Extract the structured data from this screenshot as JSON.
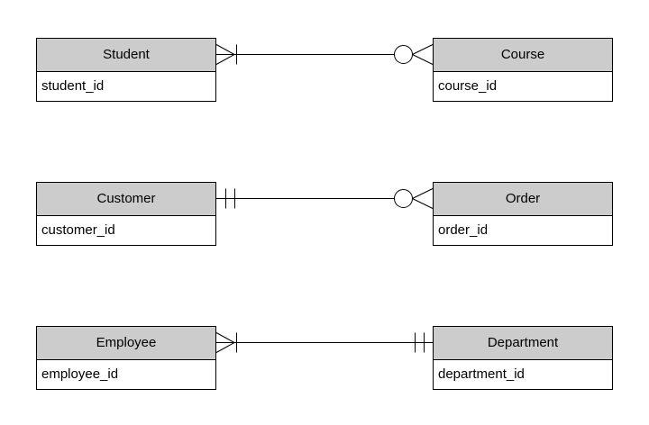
{
  "diagram": {
    "type": "entity-relationship-diagram",
    "background_color": "#ffffff",
    "entity_header_fill": "#cccccc",
    "entity_body_fill": "#ffffff",
    "border_color": "#000000",
    "connector_color": "#000000"
  },
  "entities": [
    {
      "name": "Student",
      "attributes": [
        "student_id"
      ]
    },
    {
      "name": "Course",
      "attributes": [
        "course_id"
      ]
    },
    {
      "name": "Customer",
      "attributes": [
        "customer_id"
      ]
    },
    {
      "name": "Order",
      "attributes": [
        "order_id"
      ]
    },
    {
      "name": "Employee",
      "attributes": [
        "employee_id"
      ]
    },
    {
      "name": "Department",
      "attributes": [
        "department_id"
      ]
    }
  ],
  "relationships": [
    {
      "from": "Student",
      "to": "Course",
      "from_cardinality": "one or many (crow's foot with bar)",
      "to_cardinality": "zero or many (circle with crow's foot)"
    },
    {
      "from": "Customer",
      "to": "Order",
      "from_cardinality": "exactly one (double bar)",
      "to_cardinality": "zero or many (circle with crow's foot)"
    },
    {
      "from": "Employee",
      "to": "Department",
      "from_cardinality": "one or many (crow's foot with bar)",
      "to_cardinality": "exactly one (double bar)"
    }
  ]
}
